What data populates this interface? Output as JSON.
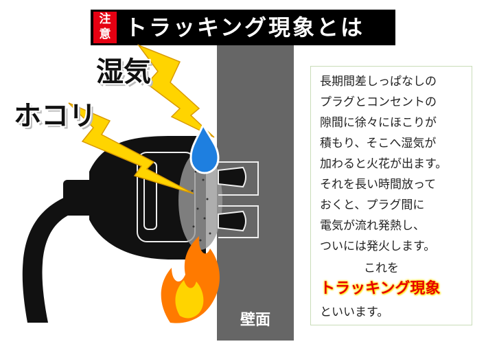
{
  "header": {
    "warning_chars": [
      "注",
      "意"
    ],
    "title": "トラッキング現象とは"
  },
  "labels": {
    "humidity": "湿気",
    "dust": "ホコリ",
    "wall": "壁面"
  },
  "info": {
    "lines": [
      "長期間差しっぱなしの",
      "プラグとコンセントの",
      "隙間に徐々にほこりが",
      "積もり、そこへ湿気が",
      "加わると火花が出ます。",
      "それを長い時間放って",
      "おくと、プラグ間に",
      "電気が流れ発熱し、",
      "ついには発火します。"
    ],
    "lead": "これを",
    "highlight": "トラッキング現象",
    "ending": "といいます。"
  },
  "colors": {
    "warning_red": "#e60012",
    "wall_gray": "#666666",
    "lightning_yellow": "#ffd400",
    "water_blue": "#1e7fe0",
    "flame_orange": "#ff7a00",
    "highlight_red": "#e60000"
  }
}
